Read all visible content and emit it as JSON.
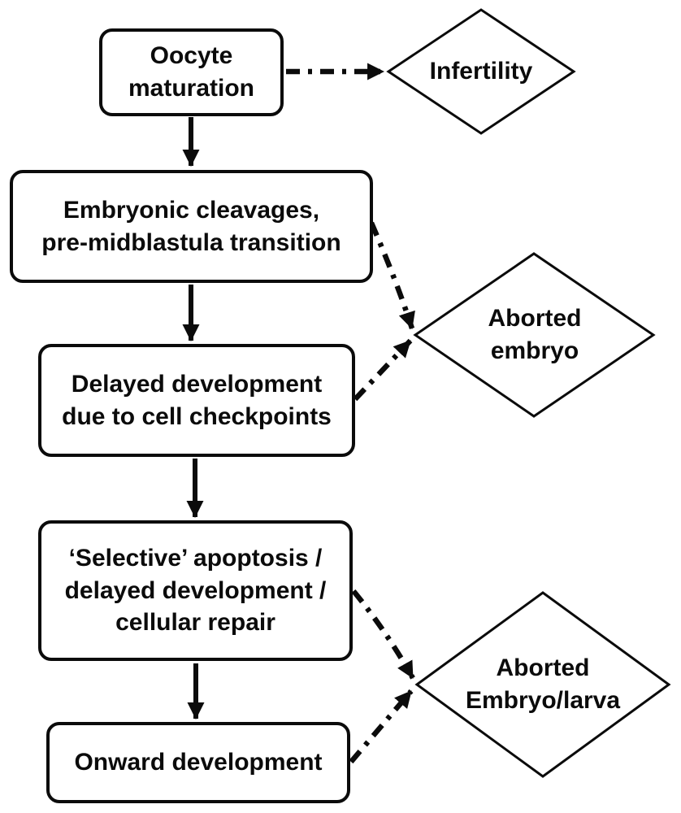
{
  "diagram": {
    "description": "Flowchart of oocyte maturation through onward development with failure outcomes",
    "colors": {
      "stroke": "#0b0b0b",
      "text": "#0b0b0b",
      "background": "#ffffff"
    },
    "boxes": [
      {
        "id": "oocyte-maturation",
        "label": "Oocyte\nmaturation"
      },
      {
        "id": "embryonic-cleavages",
        "label": "Embryonic cleavages,\npre-midblastula transition"
      },
      {
        "id": "delayed-development",
        "label": "Delayed development\ndue to cell checkpoints"
      },
      {
        "id": "selective-apoptosis",
        "label": "‘Selective’ apoptosis /\ndelayed development /\ncellular repair"
      },
      {
        "id": "onward-development",
        "label": "Onward development"
      }
    ],
    "diamonds": [
      {
        "id": "infertility",
        "label": "Infertility"
      },
      {
        "id": "aborted-embryo",
        "label": "Aborted\nembryo"
      },
      {
        "id": "aborted-embryo-larva",
        "label": "Aborted\nEmbryo/larva"
      }
    ],
    "connectors": {
      "solid_arrows": [
        "oocyte-maturation -> embryonic-cleavages",
        "embryonic-cleavages -> delayed-development",
        "delayed-development -> selective-apoptosis",
        "selective-apoptosis -> onward-development"
      ],
      "dash_dot_arrows": [
        "oocyte-maturation -> infertility",
        "embryonic-cleavages -> aborted-embryo",
        "delayed-development -> aborted-embryo",
        "selective-apoptosis -> aborted-embryo-larva",
        "onward-development -> aborted-embryo-larva"
      ]
    }
  }
}
